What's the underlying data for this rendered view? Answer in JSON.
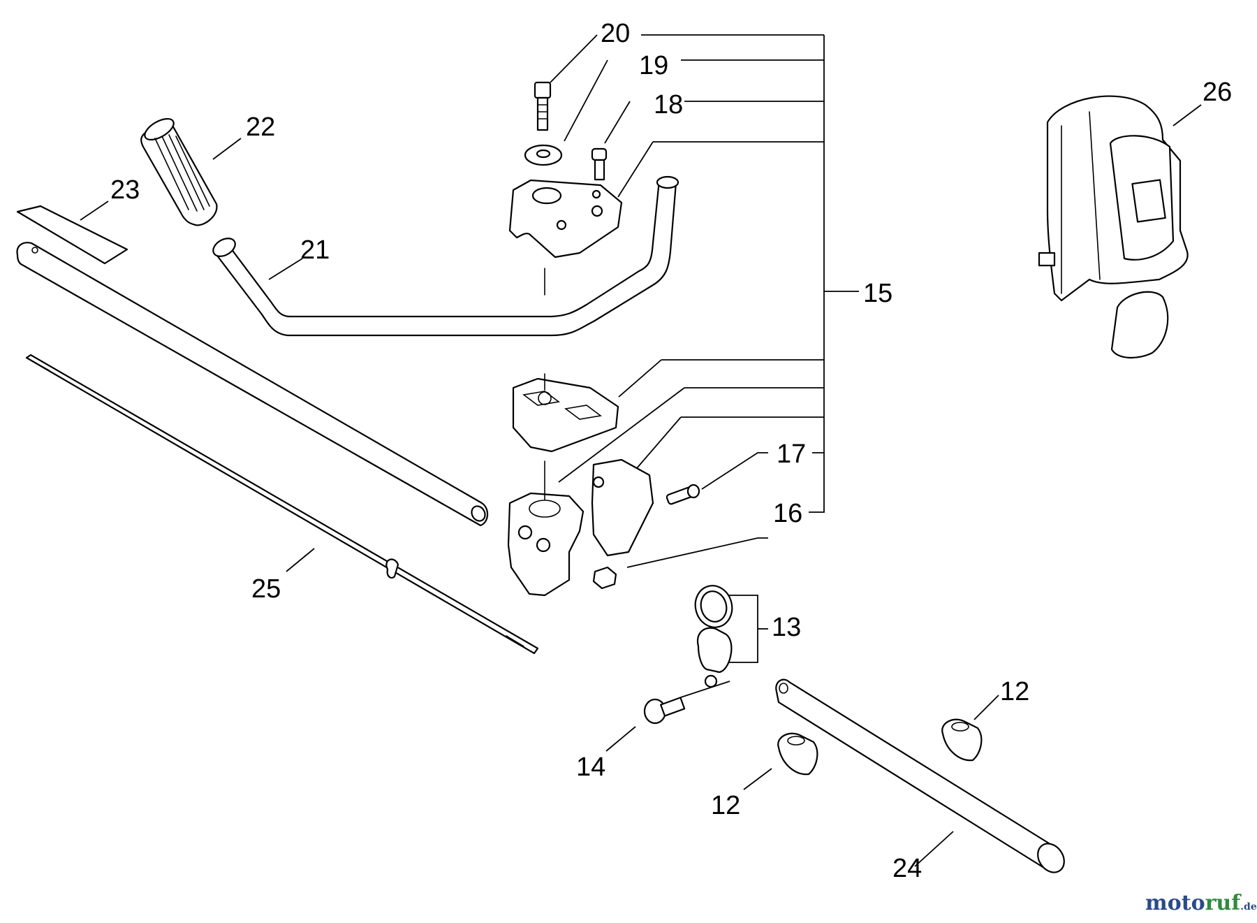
{
  "callouts": {
    "c12a": "12",
    "c12b": "12",
    "c13": "13",
    "c14": "14",
    "c15": "15",
    "c16": "16",
    "c17": "17",
    "c18": "18",
    "c19": "19",
    "c20": "20",
    "c21": "21",
    "c22": "22",
    "c23": "23",
    "c24": "24",
    "c25": "25",
    "c26": "26"
  },
  "watermark": {
    "text_moto": "moto",
    "text_ruf": "ruf",
    "text_de": ".de",
    "color_moto": "#2a4a8a",
    "color_r": "#c0392b",
    "color_u": "#e6a817",
    "color_f": "#2e8b3e"
  }
}
